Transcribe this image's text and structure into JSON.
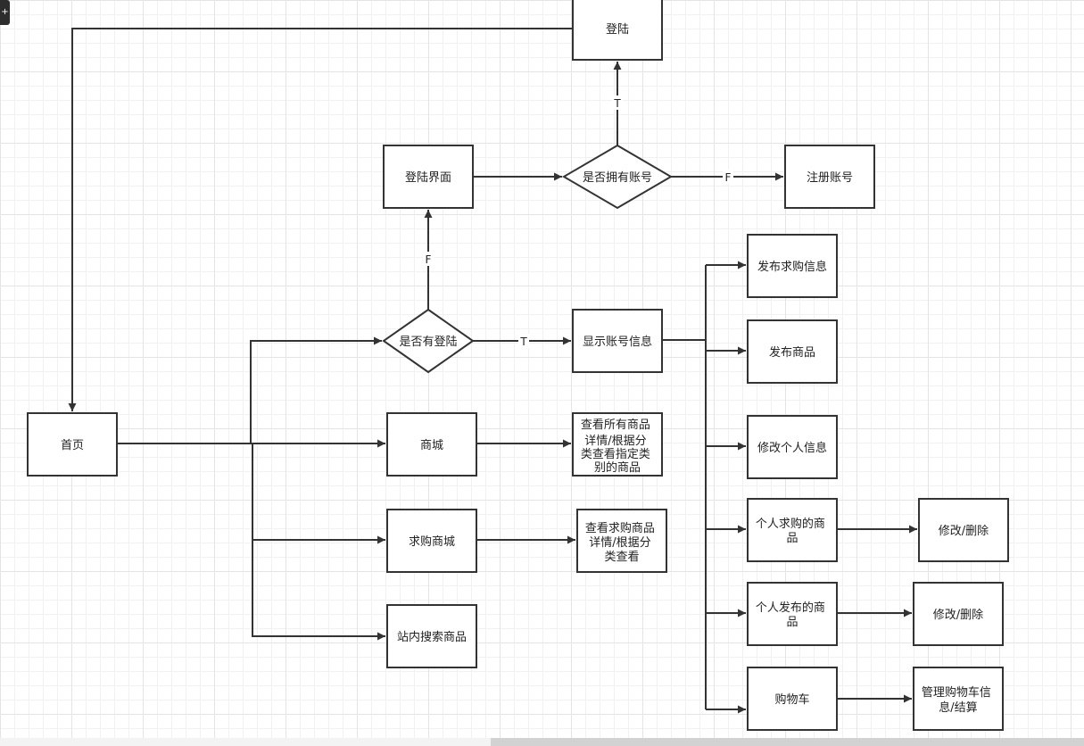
{
  "toolbar": {
    "corner_glyph": "+"
  },
  "nodes": {
    "login": "登陆",
    "login_page": "登陆界面",
    "has_account": "是否拥有账号",
    "register": "注册账号",
    "post_request": "发布求购信息",
    "has_logged_in": "是否有登陆",
    "show_account": "显示账号信息",
    "post_goods": "发布商品",
    "home": "首页",
    "mall": "商城",
    "view_all_goods": [
      "查看所有商品",
      "详情/根据分",
      "类查看指定类",
      "别的商品"
    ],
    "edit_profile": "修改个人信息",
    "request_mall": "求购商城",
    "view_request_goods": [
      "查看求购商品",
      "详情/根据分",
      "类查看"
    ],
    "my_requests": [
      "个人求购的商",
      "品"
    ],
    "edit_delete_1": "修改/删除",
    "my_posts": [
      "个人发布的商",
      "品"
    ],
    "edit_delete_2": "修改/删除",
    "search": "站内搜索商品",
    "cart": "购物车",
    "manage_cart": [
      "管理购物车信",
      "息/结算"
    ]
  },
  "edge_labels": {
    "has_account_true": "T",
    "has_account_false": "F",
    "logged_in_false": "F",
    "logged_in_true": "T"
  }
}
